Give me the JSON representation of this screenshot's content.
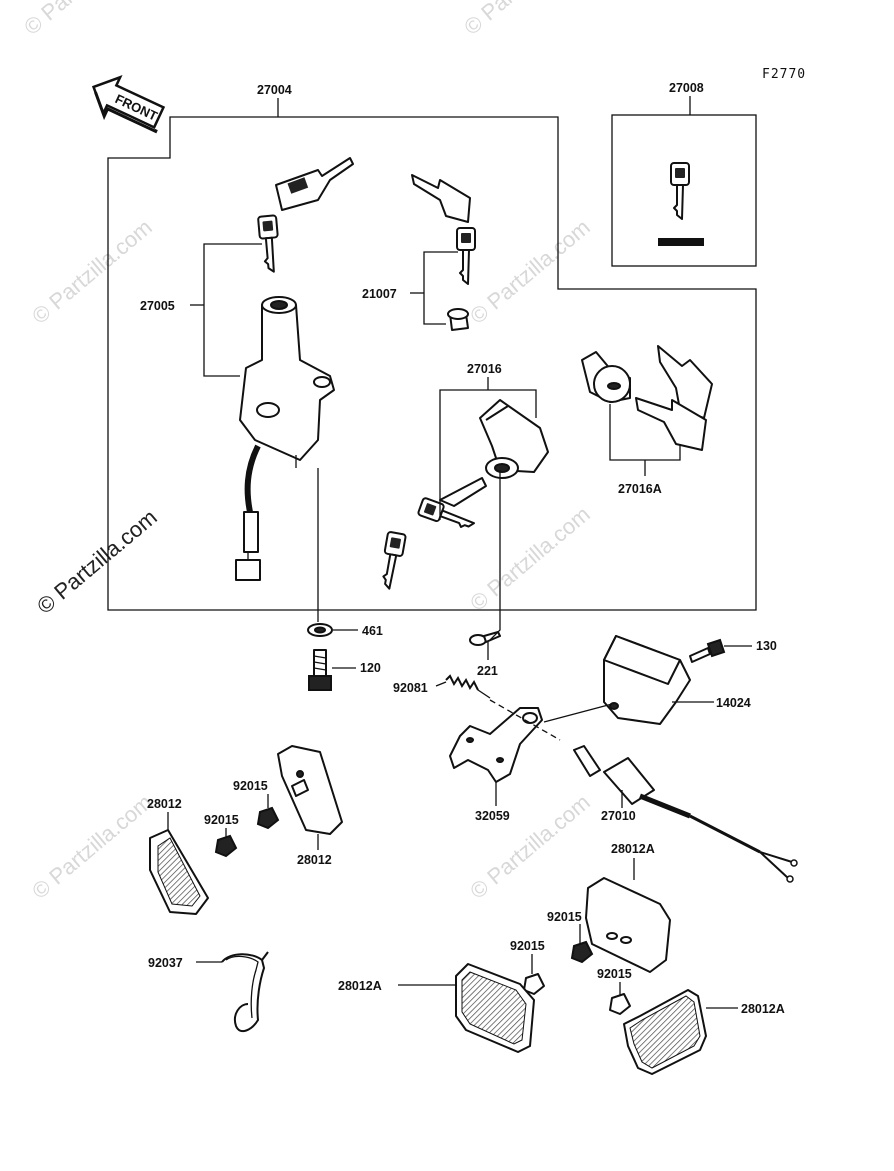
{
  "figure_code": "F2770",
  "direction_tag": "FRONT",
  "watermark": "© Partzilla.com",
  "labels": {
    "p27004": "27004",
    "p27008": "27008",
    "p27005": "27005",
    "p21007": "21007",
    "p27016": "27016",
    "p27016A": "27016A",
    "p461": "461",
    "p120": "120",
    "p221": "221",
    "p92081": "92081",
    "p130": "130",
    "p14024": "14024",
    "p32059": "32059",
    "p27010": "27010",
    "p28012_left": "28012",
    "p92015_a": "92015",
    "p92015_b": "92015",
    "p28012_mid": "28012",
    "p28012A_top": "28012A",
    "p92015_c": "92015",
    "p92015_d": "92015",
    "p92015_e": "92015",
    "p92037": "92037",
    "p28012A_left": "28012A",
    "p28012A_right": "28012A"
  },
  "colors": {
    "ink": "#111111",
    "watermark": "#d8d8d8"
  }
}
